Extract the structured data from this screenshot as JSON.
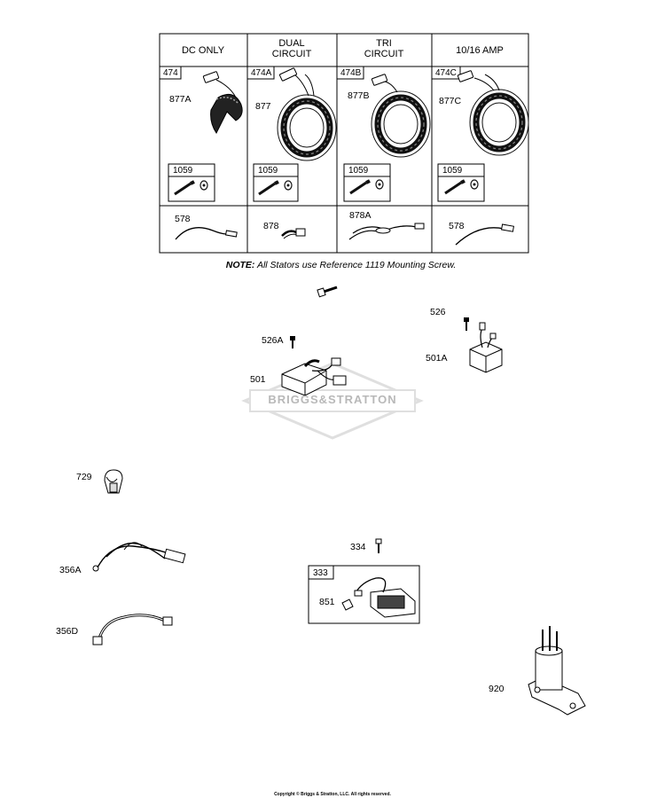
{
  "table": {
    "headers": [
      "DC ONLY",
      "DUAL CIRCUIT",
      "TRI CIRCUIT",
      "10/16 AMP"
    ],
    "header_lines": [
      [
        "DC ONLY"
      ],
      [
        "DUAL",
        "CIRCUIT"
      ],
      [
        "TRI",
        "CIRCUIT"
      ],
      [
        "10/16 AMP"
      ]
    ],
    "kits": [
      "474",
      "474A",
      "474B",
      "474C"
    ],
    "stators": [
      "877A",
      "877",
      "877B",
      "877C"
    ],
    "screw_kit": "1059",
    "leads": [
      "578",
      "878",
      "878A",
      "578"
    ]
  },
  "note": {
    "prefix": "NOTE:",
    "text": "All Stators use Reference  1119  Mounting Screw."
  },
  "parts": {
    "p501": "501",
    "p526A": "526A",
    "p526": "526",
    "p501A": "501A",
    "p729": "729",
    "p356A": "356A",
    "p356D": "356D",
    "p334": "334",
    "p333": "333",
    "p851": "851",
    "p920": "920"
  },
  "watermark": "BRIGGS&STRATTON",
  "copyright": "Copyright © Briggs & Stratton, LLC. All rights reserved."
}
